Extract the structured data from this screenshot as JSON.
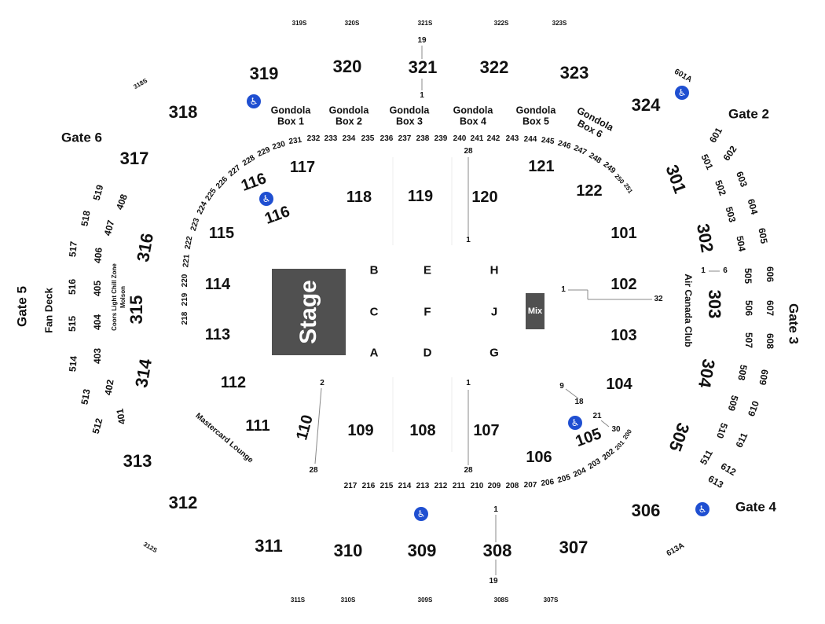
{
  "stage": {
    "label": "Stage"
  },
  "mix": {
    "label": "Mix"
  },
  "gates": {
    "g2": "Gate 2",
    "g3": "Gate 3",
    "g4": "Gate 4",
    "g5": "Gate 5",
    "g6": "Gate 6"
  },
  "zones": {
    "fan_deck": "Fan Deck",
    "chill_zone": "Coors Light Chill Zone",
    "molson": "Molson",
    "air_canada": "Air Canada Club",
    "mastercard": "Mastercard Lounge"
  },
  "gondolas": [
    "Gondola Box 1",
    "Gondola Box 2",
    "Gondola Box 3",
    "Gondola Box 4",
    "Gondola Box 5",
    "Gondola Box 6"
  ],
  "floor": {
    "B": "B",
    "E": "E",
    "H": "H",
    "C": "C",
    "F": "F",
    "J": "J",
    "A": "A",
    "D": "D",
    "G": "G"
  },
  "rows": {
    "r19t": "19",
    "r1t": "1",
    "r28a": "28",
    "r1b": "1",
    "r1c": "1",
    "r32": "32",
    "r2": "2",
    "r28b": "28",
    "r1d": "1",
    "r28c": "28",
    "r9": "9",
    "r18": "18",
    "r21": "21",
    "r30": "30",
    "r1e": "1",
    "r19b": "19",
    "r1f": "1",
    "r6": "6"
  },
  "suites": {
    "s319": "319S",
    "s320": "320S",
    "s321": "321S",
    "s322": "322S",
    "s323": "323S",
    "s318": "318S",
    "s601a": "601A",
    "s312": "312S",
    "s613a": "613A",
    "s311": "311S",
    "s310": "310S",
    "s309": "309S",
    "s308": "308S",
    "s307": "307S"
  },
  "sections_100": [
    "101",
    "102",
    "103",
    "104",
    "105",
    "106",
    "107",
    "108",
    "109",
    "110",
    "111",
    "112",
    "113",
    "114",
    "115",
    "116",
    "116",
    "117",
    "118",
    "119",
    "120",
    "121",
    "122"
  ],
  "sections_300": [
    "301",
    "302",
    "303",
    "304",
    "305",
    "306",
    "307",
    "308",
    "309",
    "310",
    "311",
    "312",
    "313",
    "314",
    "315",
    "316",
    "317",
    "318",
    "319",
    "320",
    "321",
    "322",
    "323",
    "324"
  ],
  "sections_200_top": [
    "218",
    "219",
    "220",
    "221",
    "222",
    "223",
    "224",
    "225",
    "226",
    "227",
    "228",
    "229",
    "230",
    "231",
    "232",
    "233",
    "234",
    "235",
    "236",
    "237",
    "238",
    "239",
    "240",
    "241",
    "242",
    "243",
    "244",
    "245",
    "246",
    "247",
    "248",
    "249",
    "250",
    "251"
  ],
  "sections_200_bottom": [
    "217",
    "216",
    "215",
    "214",
    "213",
    "212",
    "211",
    "210",
    "209",
    "208",
    "207",
    "206",
    "205",
    "204",
    "203",
    "202",
    "201",
    "200"
  ],
  "sections_400": [
    "401",
    "402",
    "403",
    "404",
    "405",
    "406",
    "407",
    "408"
  ],
  "sections_500": [
    "501",
    "502",
    "503",
    "504",
    "505",
    "506",
    "507",
    "508",
    "509",
    "510",
    "511",
    "512",
    "513",
    "514",
    "515",
    "516",
    "517",
    "518",
    "519"
  ],
  "sections_600": [
    "601",
    "602",
    "603",
    "604",
    "605",
    "606",
    "607",
    "608",
    "609",
    "610",
    "611",
    "612",
    "613"
  ]
}
